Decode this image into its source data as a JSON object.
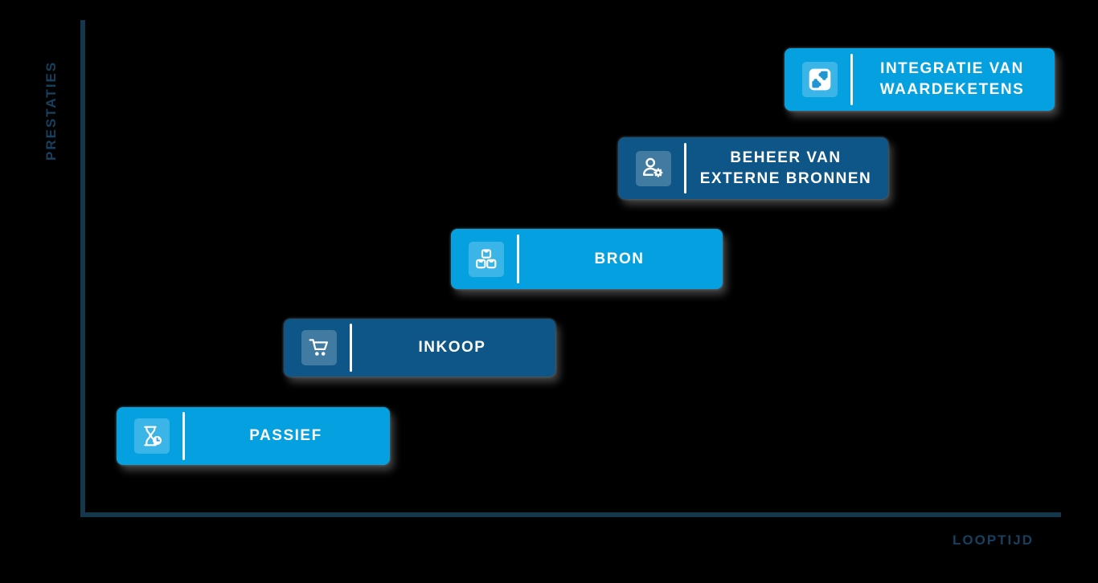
{
  "axes": {
    "y_label": "PRESTATIES",
    "x_label": "LOOPTIJD",
    "axis_color": "#14374c",
    "label_color": "#16405e"
  },
  "colors": {
    "light": "#05A0E0",
    "dark": "#0D5687",
    "step_text": "#FFFFFF",
    "background": "#000000"
  },
  "steps": [
    {
      "label": "PASSIEF",
      "icon": "hourglass-clock-icon",
      "tone": "light"
    },
    {
      "label": "INKOOP",
      "icon": "shopping-cart-icon",
      "tone": "dark"
    },
    {
      "label": "BRON",
      "icon": "boxes-icon",
      "tone": "light"
    },
    {
      "label": "BEHEER VAN\nEXTERNE BRONNEN",
      "icon": "user-gear-icon",
      "tone": "dark"
    },
    {
      "label": "INTEGRATIE VAN\nWAARDEKETENS",
      "icon": "puzzle-integration-icon",
      "tone": "light"
    }
  ]
}
